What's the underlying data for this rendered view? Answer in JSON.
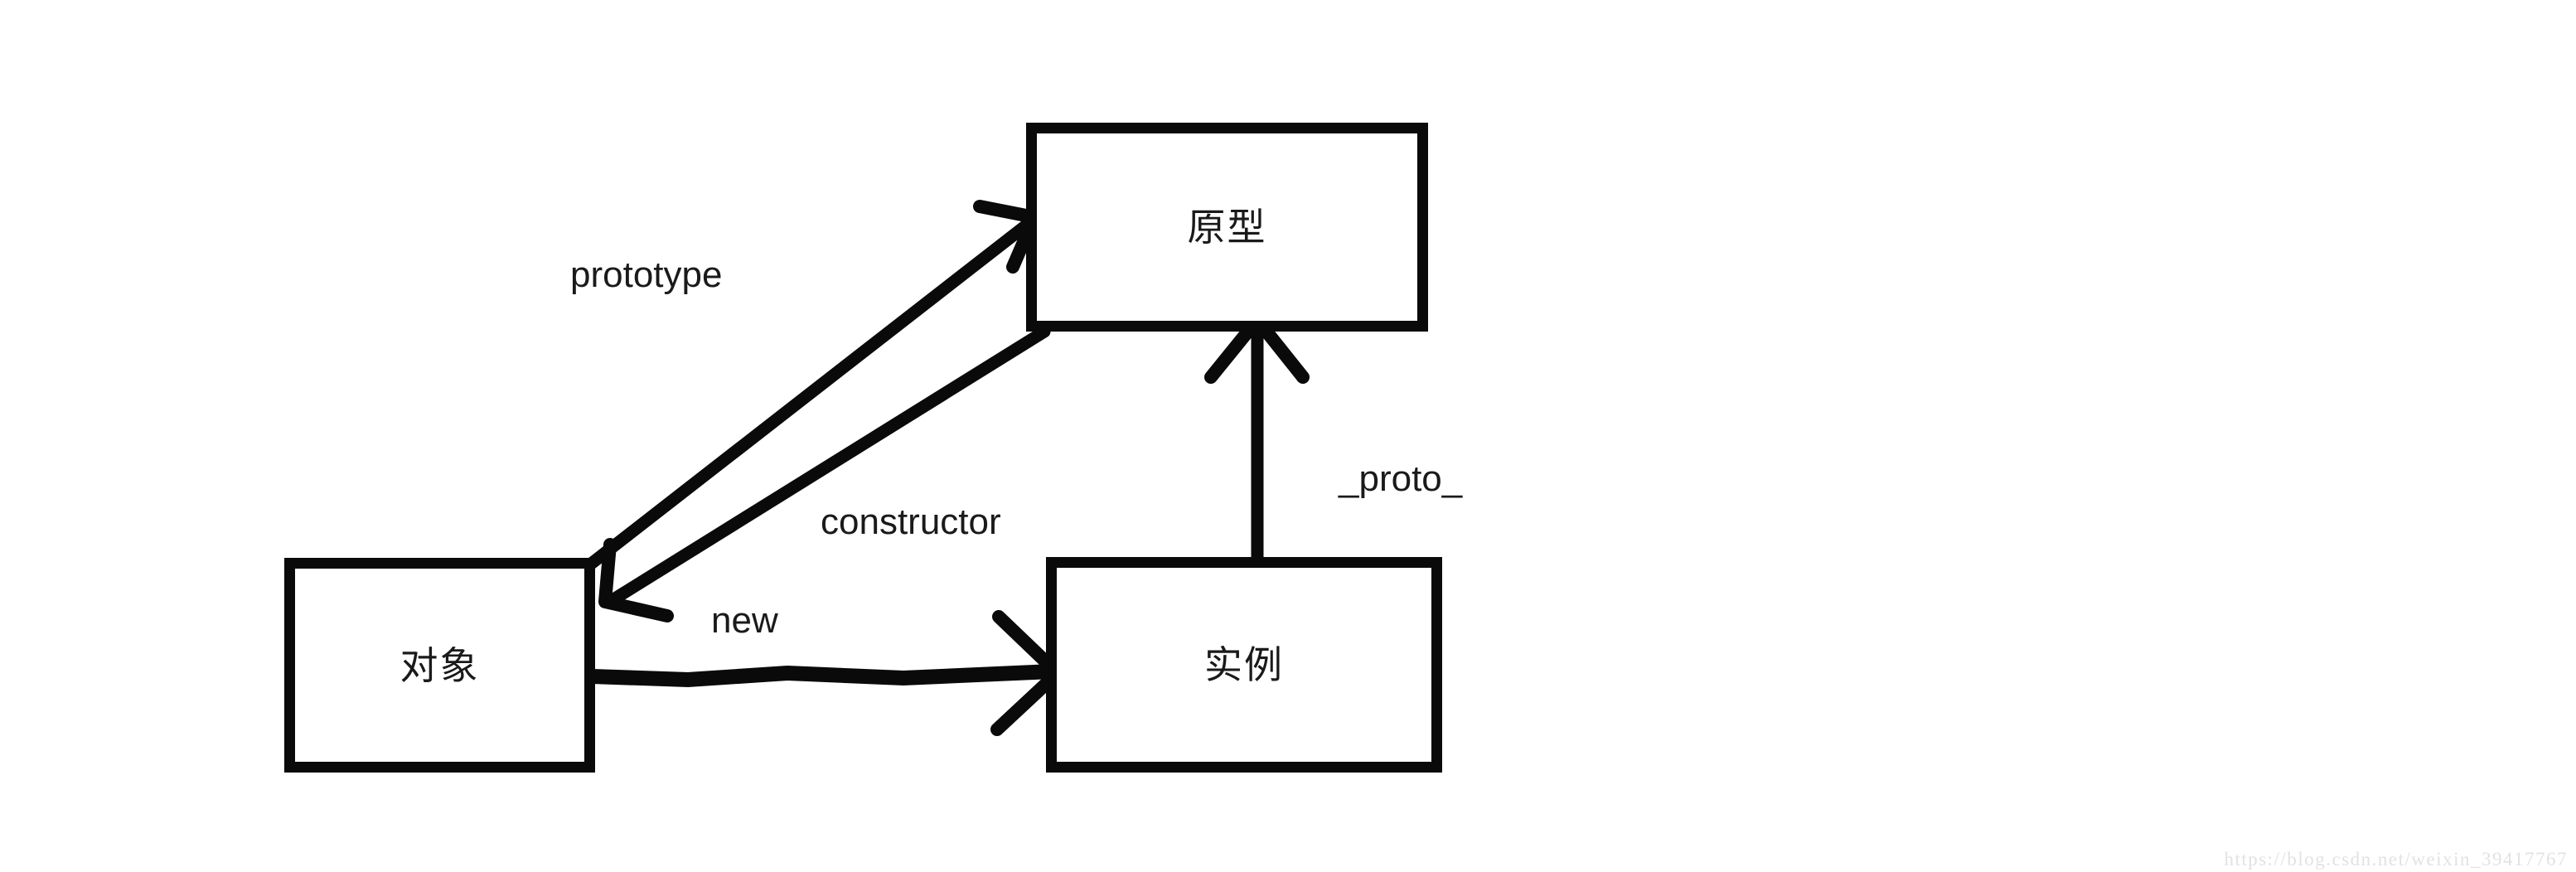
{
  "diagram": {
    "title": "JavaScript prototype chain diagram",
    "background_color": "#ffffff",
    "stroke_color": "#0a0a0a",
    "nodes": [
      {
        "id": "prototype",
        "label": "原型",
        "name": "prototype-box"
      },
      {
        "id": "object",
        "label": "对象",
        "name": "object-box"
      },
      {
        "id": "instance",
        "label": "实例",
        "name": "instance-box"
      }
    ],
    "edges": [
      {
        "id": "prototype-edge",
        "label": "prototype",
        "from": "对象",
        "to": "原型",
        "style": "solid",
        "arrow": "up-right"
      },
      {
        "id": "constructor-edge",
        "label": "constructor",
        "from": "原型",
        "to": "对象",
        "style": "solid",
        "arrow": "down-left"
      },
      {
        "id": "proto-edge",
        "label": "_proto_",
        "from": "实例",
        "to": "原型",
        "style": "solid",
        "arrow": "up"
      },
      {
        "id": "new-edge",
        "label": "new",
        "from": "对象",
        "to": "实例",
        "style": "solid",
        "arrow": "right"
      }
    ]
  },
  "watermark": {
    "text": "https://blog.csdn.net/weixin_39417767"
  }
}
